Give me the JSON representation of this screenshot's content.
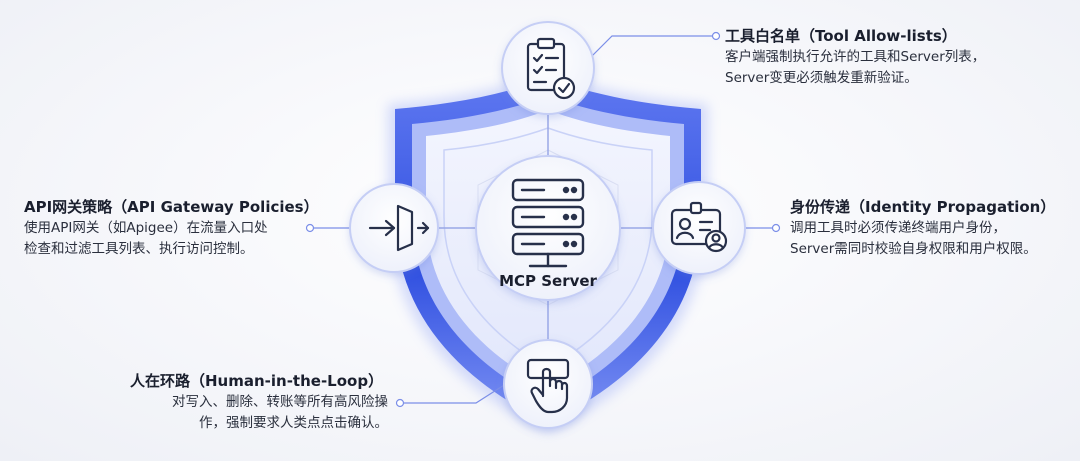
{
  "center": {
    "label": "MCP Server"
  },
  "items": {
    "allowlist": {
      "title": "工具白名单（Tool Allow-lists）",
      "lines": [
        "客户端强制执行允许的工具和Server列表，",
        "Server变更必须触发重新验证。"
      ],
      "icon": "clipboard-check-icon"
    },
    "gateway": {
      "title": "API网关策略（API Gateway Policies）",
      "lines": [
        "使用API网关（如Apigee）在流量入口处",
        "检查和过滤工具列表、执行访问控制。"
      ],
      "icon": "gateway-filter-icon"
    },
    "identity": {
      "title": "身份传递（Identity Propagation）",
      "lines": [
        "调用工具时必须传递终端用户身份，",
        "Server需同时校验自身权限和用户权限。"
      ],
      "icon": "id-badge-icon"
    },
    "human": {
      "title": "人在环路（Human-in-the-Loop）",
      "lines": [
        "对写入、删除、转账等所有高风险操",
        "作，强制要求人类点点击确认。"
      ],
      "icon": "hand-click-icon"
    }
  },
  "colors": {
    "shield_outer": "#2f4fe0",
    "shield_mid": "#7f93f3",
    "shield_inner": "#c8d2fa",
    "connector": "#5872ea",
    "node_border": "#c5cef5",
    "icon_stroke": "#27304a"
  }
}
